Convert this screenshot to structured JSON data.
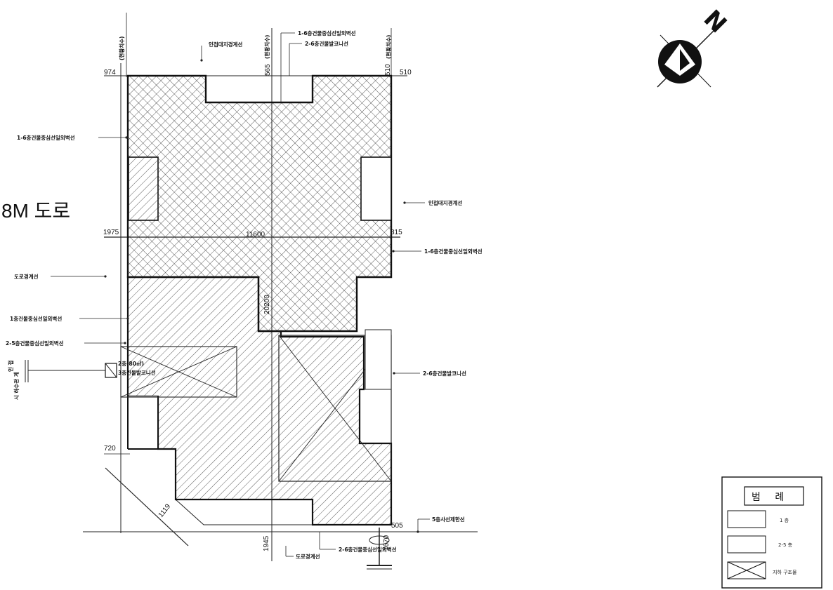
{
  "road_label": "8M 도로",
  "compass": {
    "letter": "N"
  },
  "dims": {
    "d974": "974",
    "d565": "565",
    "d510a": "510",
    "d510b": "510",
    "d1975": "1975",
    "d11600": "11600",
    "d815": "815",
    "d20200": "20200",
    "d720": "720",
    "d1119": "1119",
    "d1945": "1945",
    "d1670": "1670",
    "d505": "505"
  },
  "vertical_notes": {
    "v1": "(현황치수)",
    "v2": "(현황치수)",
    "v3": "(현황치수)",
    "side1": "인 접",
    "side2": "시 하수관 계"
  },
  "labels": {
    "neighbor_top": "인접대지경계선",
    "top_right_1": "1-6층건물중심선일외벽선",
    "top_right_2": "2-6층건물발코니선",
    "left_1": "1-6층건물중심선일외벽선",
    "neighbor_right": "인접대지경계선",
    "right_mid": "1-6층건물중심선일외벽선",
    "road_boundary_left": "도로경계선",
    "left_2": "1층건물중심선일외벽선",
    "left_3": "2-5층건물중심선일외벽선",
    "right_balcony": "2-6층건물발코니선",
    "inner_1": "2층(80㎡)",
    "inner_2": "3층건물발코니선",
    "setback": "5층사선제한선",
    "bottom_1": "2-6층건물중심선일외벽선",
    "road_boundary_bottom": "도로경계선"
  },
  "legend": {
    "title": "범 례",
    "items": [
      "1 층",
      "2-5 층",
      "지하 구조물"
    ]
  }
}
